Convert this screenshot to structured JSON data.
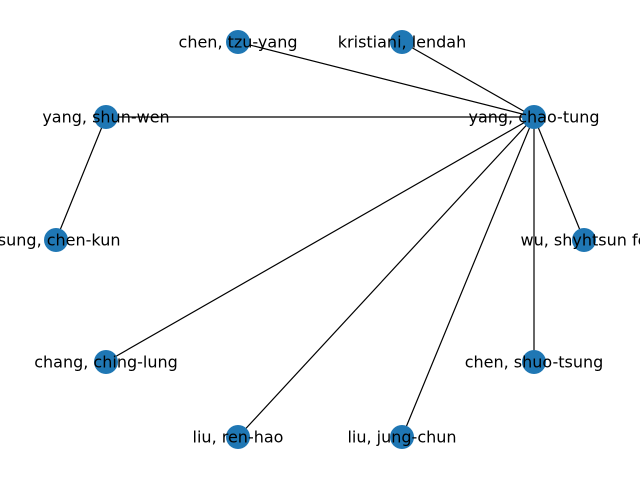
{
  "colors": {
    "node": "#1f77b4",
    "edge": "#000000",
    "text": "#000000",
    "background": "#ffffff"
  },
  "nodes": [
    {
      "id": "yang_chao_tung",
      "label": "yang, chao-tung"
    },
    {
      "id": "chen_tzu_yang",
      "label": "chen, tzu-yang"
    },
    {
      "id": "kristiani_lendah",
      "label": "kristiani, lendah"
    },
    {
      "id": "yang_shun_wen",
      "label": "yang, shun-wen"
    },
    {
      "id": "tsung_chen_kun",
      "label": "tsung, chen-kun"
    },
    {
      "id": "wu_shyhtsun_fe",
      "label": "wu, shyhtsun fe"
    },
    {
      "id": "chang_ching_lung",
      "label": "chang, ching-lung"
    },
    {
      "id": "chen_shuo_tsung",
      "label": "chen, shuo-tsung"
    },
    {
      "id": "liu_ren_hao",
      "label": "liu, ren-hao"
    },
    {
      "id": "liu_jung_chun",
      "label": "liu, jung-chun"
    }
  ],
  "edges": [
    {
      "source": "yang_chao_tung",
      "target": "chen_tzu_yang"
    },
    {
      "source": "yang_chao_tung",
      "target": "kristiani_lendah"
    },
    {
      "source": "yang_chao_tung",
      "target": "yang_shun_wen"
    },
    {
      "source": "yang_chao_tung",
      "target": "wu_shyhtsun_fe"
    },
    {
      "source": "yang_chao_tung",
      "target": "chen_shuo_tsung"
    },
    {
      "source": "yang_chao_tung",
      "target": "chang_ching_lung"
    },
    {
      "source": "yang_chao_tung",
      "target": "liu_ren_hao"
    },
    {
      "source": "yang_chao_tung",
      "target": "liu_jung_chun"
    },
    {
      "source": "yang_shun_wen",
      "target": "tsung_chen_kun"
    }
  ]
}
